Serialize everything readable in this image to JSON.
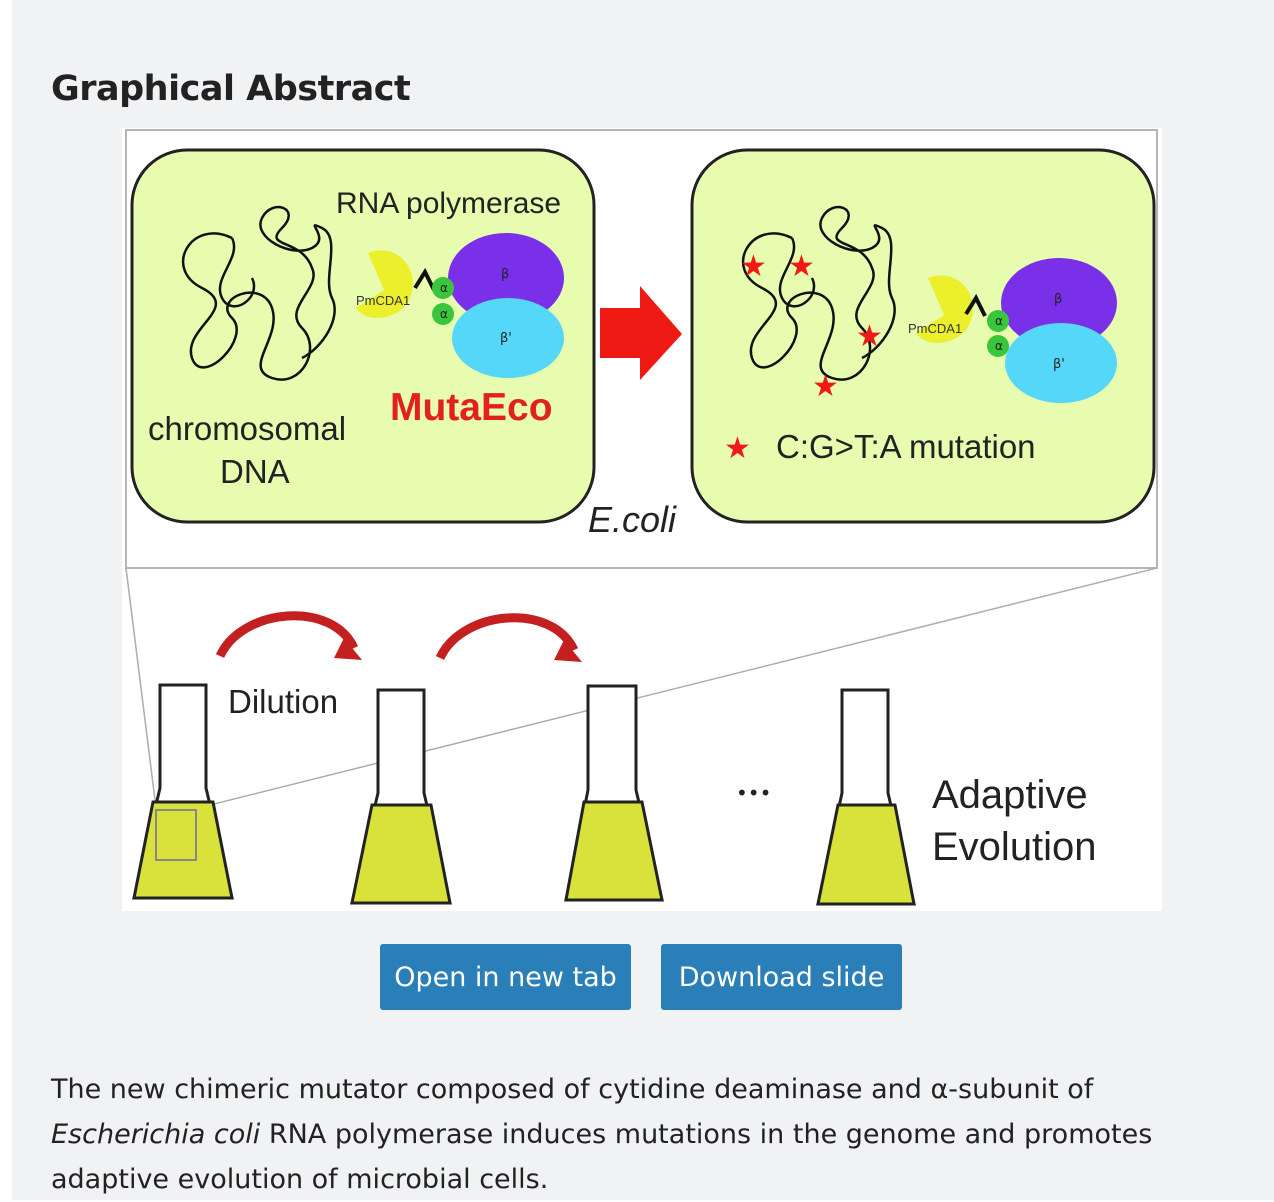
{
  "section": {
    "title": "Graphical Abstract"
  },
  "figure": {
    "labels": {
      "rna_polymerase": "RNA polymerase",
      "pmcda1": "PmCDA1",
      "alpha": "α",
      "beta": "β",
      "beta_prime": "β'",
      "mutaeco": "MutaEco",
      "chromosomal": "chromosomal",
      "dna": "DNA",
      "ecoli": "E.coli",
      "mutation_legend": "C:G>T:A mutation",
      "dilution": "Dilution",
      "ellipsis": "•••",
      "adaptive": "Adaptive",
      "evolution": "Evolution"
    },
    "colors": {
      "cell_fill": "#e8fcb0",
      "culture_fill": "#d8e23a",
      "beta_fill": "#7a2fe8",
      "beta_prime_fill": "#55d7fa",
      "alpha_fill": "#39c63a",
      "pmcda1_fill": "#ecf02c",
      "arrow_red": "#f01a14",
      "mutaeco_red": "#e4201b",
      "curved_arrow": "#c3201f"
    }
  },
  "actions": {
    "open_label": "Open in new tab",
    "download_label": "Download slide"
  },
  "caption": {
    "before": "The new chimeric mutator composed of cytidine deaminase and α-subunit of ",
    "italic": "Escherichia coli",
    "after": " RNA polymerase induces mutations in the genome and promotes adaptive evolution of microbial cells."
  }
}
